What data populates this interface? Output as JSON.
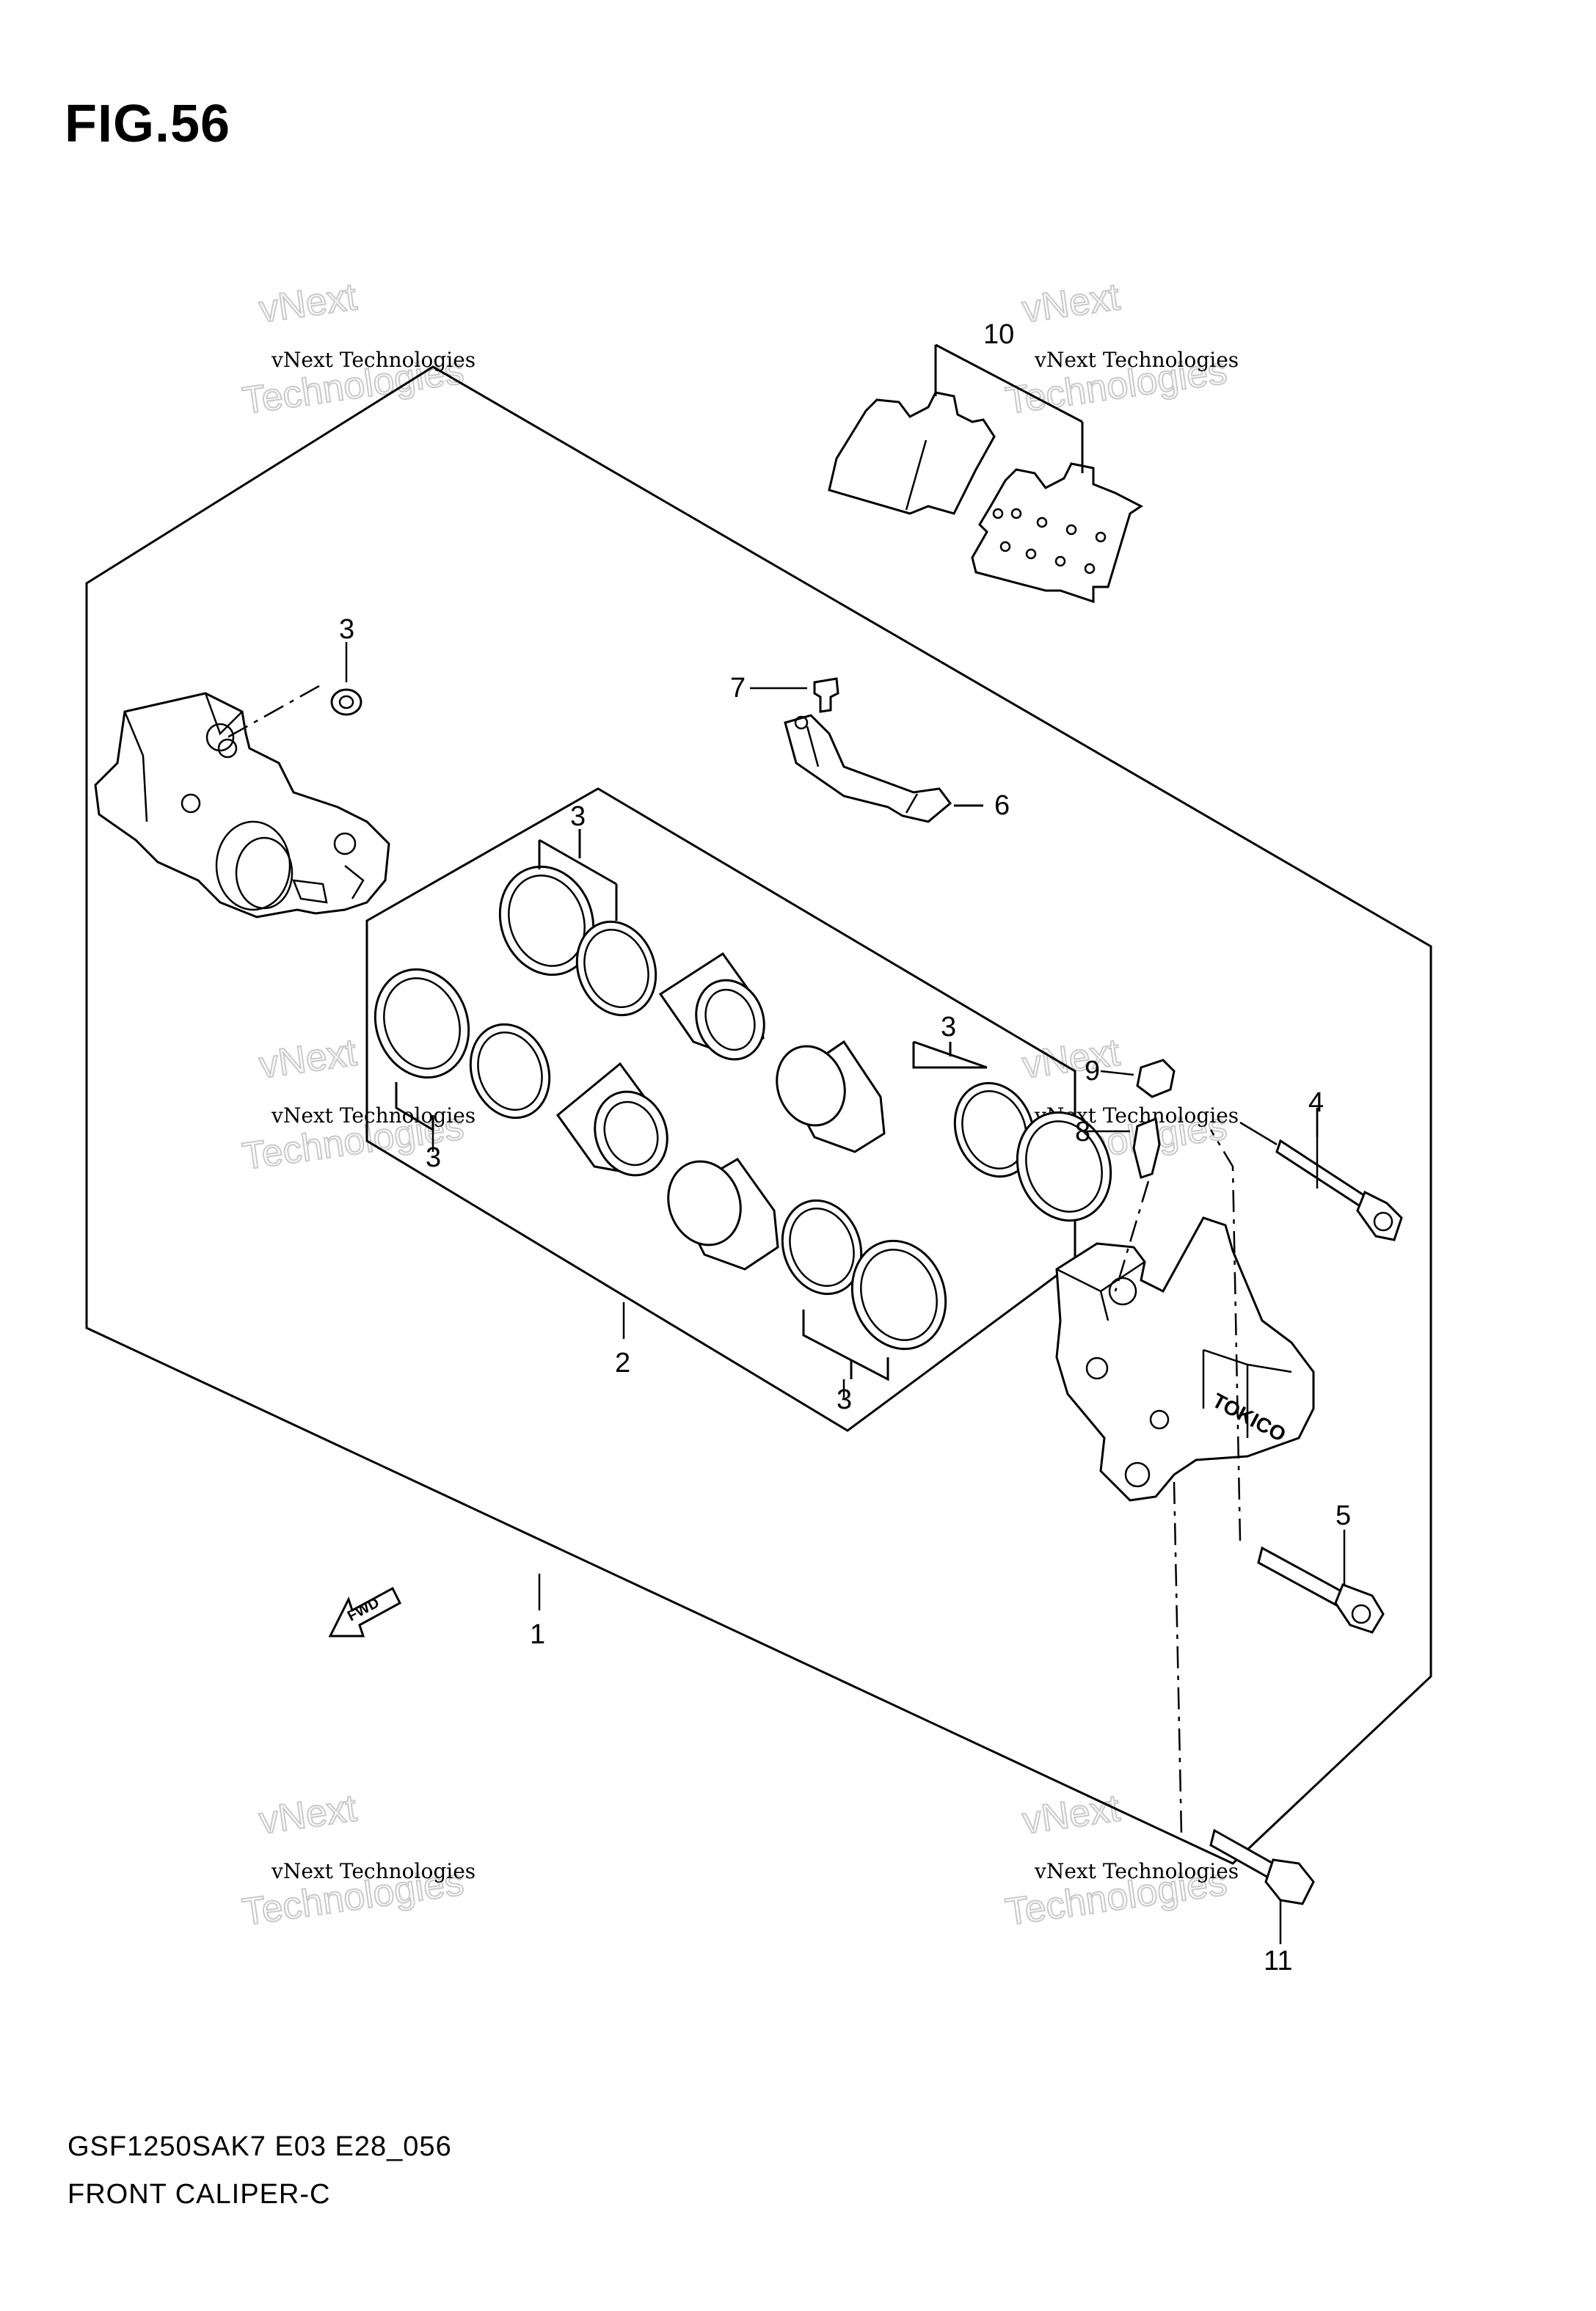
{
  "figure": {
    "title": "FIG.56",
    "model_code": "GSF1250SAK7 E03 E28_056",
    "caption": "FRONT CALIPER-C"
  },
  "watermark": {
    "small_text": "vNext Technologies",
    "big_line1": "vNext",
    "big_line2": "Technologies"
  },
  "callouts": {
    "c1": "1",
    "c2": "2",
    "c3a": "3",
    "c3b": "3",
    "c3c": "3",
    "c3d": "3",
    "c3e": "3",
    "c4": "4",
    "c5": "5",
    "c6": "6",
    "c7": "7",
    "c8": "8",
    "c9": "9",
    "c10": "10",
    "c11": "11"
  },
  "fwd_label": "FWD",
  "brand_mark": "TOKICO"
}
